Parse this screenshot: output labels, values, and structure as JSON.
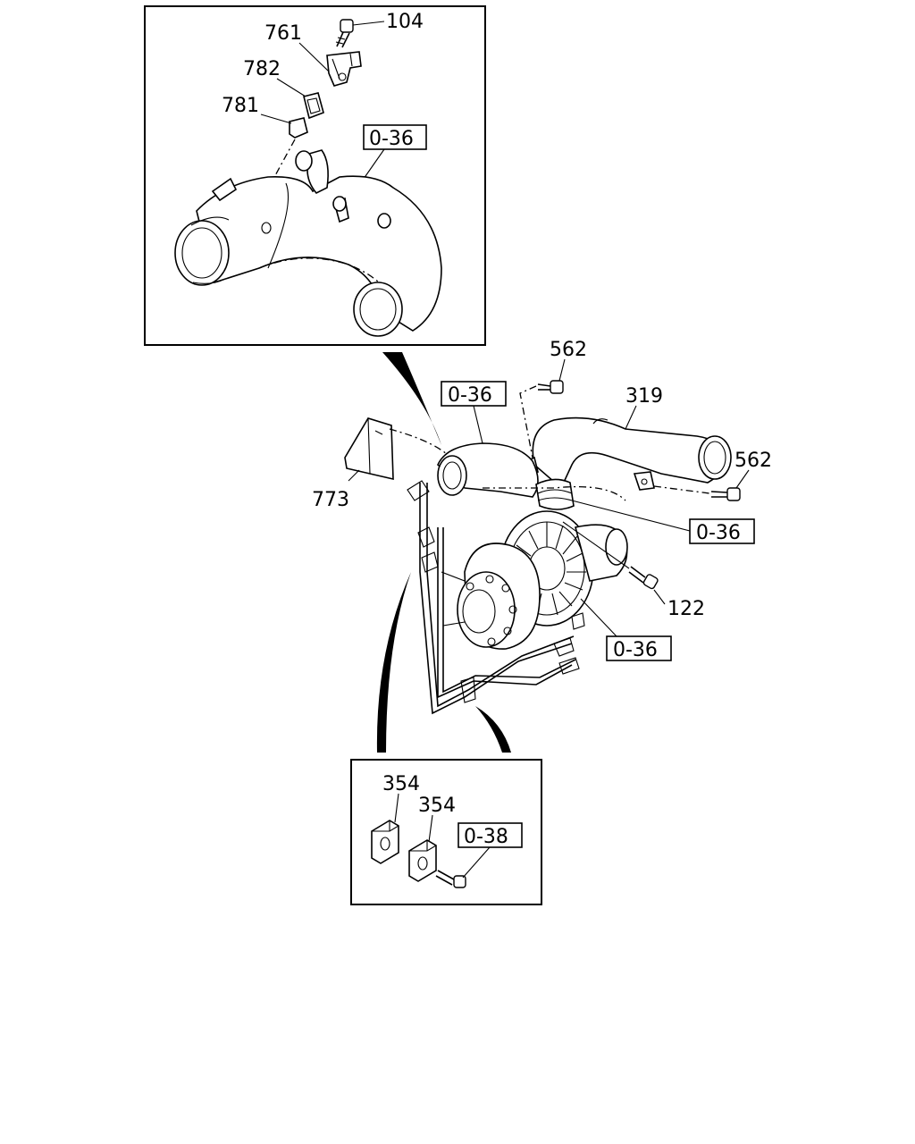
{
  "callouts": {
    "part_104": "104",
    "part_761": "761",
    "part_782": "782",
    "part_781": "781",
    "ref_top_inset": "0-36",
    "part_562_top": "562",
    "part_319": "319",
    "ref_upper_pipe": "0-36",
    "part_562_right": "562",
    "part_773": "773",
    "ref_compressor": "0-36",
    "part_122": "122",
    "ref_lower": "0-36",
    "part_354_left": "354",
    "part_354_right": "354",
    "ref_bottom_inset": "0-38"
  }
}
